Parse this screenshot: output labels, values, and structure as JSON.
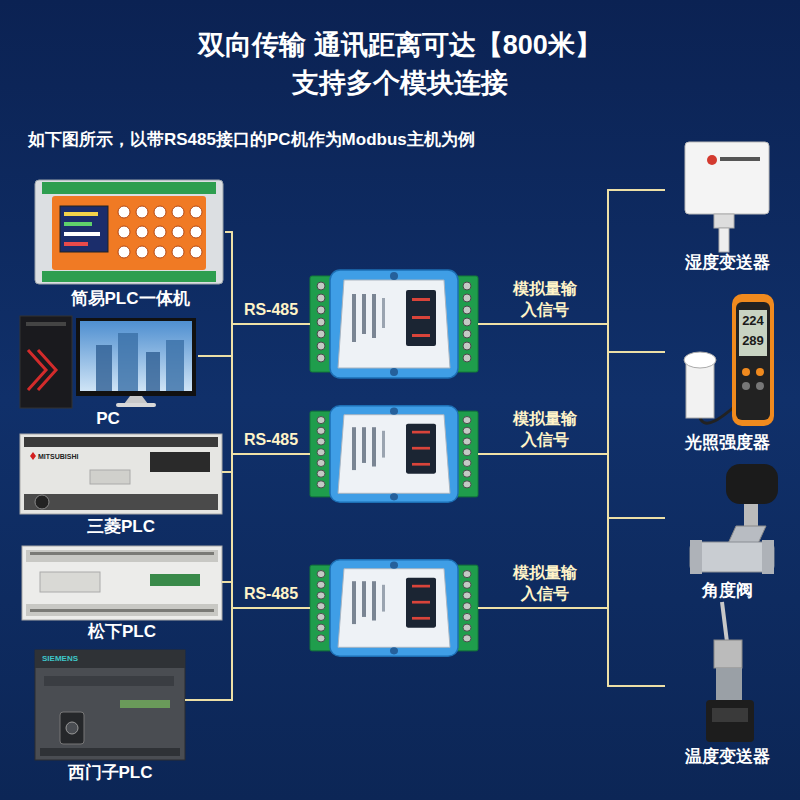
{
  "diagram": {
    "title": "双向传输 通讯距离可达【800米】 支持多个模块连接",
    "nodes": [
      {
        "text": [
          "简易PLC一体机"
        ]
      },
      {
        "text": [
          "PC"
        ]
      },
      {
        "text": [
          "三菱PLC"
        ]
      },
      {
        "text": [
          "松下PLC"
        ]
      },
      {
        "text": [
          "西门子PLC"
        ]
      },
      {
        "text": [
          "RS-485",
          "模拟量输 入信号"
        ]
      },
      {
        "text": [
          "RS-485",
          "模拟量输 入信号"
        ]
      },
      {
        "text": [
          "RS-485",
          "模拟量输 入信号"
        ]
      },
      {
        "text": [
          "湿度变送器"
        ]
      },
      {
        "text": [
          "光照强度器"
        ]
      },
      {
        "text": [
          "角度阀"
        ]
      },
      {
        "text": [
          "温度变送器"
        ]
      }
    ],
    "edges": [
      {
        "from": 0,
        "to": 5,
        "arrow": "none"
      },
      {
        "from": 0,
        "to": 6,
        "arrow": "none"
      },
      {
        "from": 0,
        "to": 7,
        "arrow": "none"
      },
      {
        "from": 1,
        "to": 5,
        "arrow": "none"
      },
      {
        "from": 1,
        "to": 6,
        "arrow": "none"
      },
      {
        "from": 1,
        "to": 7,
        "arrow": "none"
      },
      {
        "from": 2,
        "to": 5,
        "arrow": "none"
      },
      {
        "from": 2,
        "to": 6,
        "arrow": "none"
      },
      {
        "from": 2,
        "to": 7,
        "arrow": "none"
      },
      {
        "from": 3,
        "to": 5,
        "arrow": "none"
      },
      {
        "from": 3,
        "to": 6,
        "arrow": "none"
      },
      {
        "from": 3,
        "to": 7,
        "arrow": "none"
      },
      {
        "from": 4,
        "to": 5,
        "arrow": "none"
      },
      {
        "from": 4,
        "to": 6,
        "arrow": "none"
      },
      {
        "from": 4,
        "to": 7,
        "arrow": "none"
      },
      {
        "from": 5,
        "to": 8,
        "arrow": "none"
      },
      {
        "from": 5,
        "to": 9,
        "arrow": "none"
      },
      {
        "from": 5,
        "to": 10,
        "arrow": "none"
      },
      {
        "from": 5,
        "to": 11,
        "arrow": "none"
      },
      {
        "from": 6,
        "to": 8,
        "arrow": "none"
      },
      {
        "from": 6,
        "to": 9,
        "arrow": "none"
      },
      {
        "from": 6,
        "to": 10,
        "arrow": "none"
      },
      {
        "from": 6,
        "to": 11,
        "arrow": "none"
      },
      {
        "from": 7,
        "to": 8,
        "arrow": "none"
      },
      {
        "from": 7,
        "to": 9,
        "arrow": "none"
      },
      {
        "from": 7,
        "to": 10,
        "arrow": "none"
      },
      {
        "from": 7,
        "to": 11,
        "arrow": "none"
      }
    ],
    "labels": [
      "如下图所示，以带RS485接口的PC机作为Modbus主机为例",
      "224",
      "289",
      "MITSUBISHI",
      "SIEMENS"
    ]
  }
}
